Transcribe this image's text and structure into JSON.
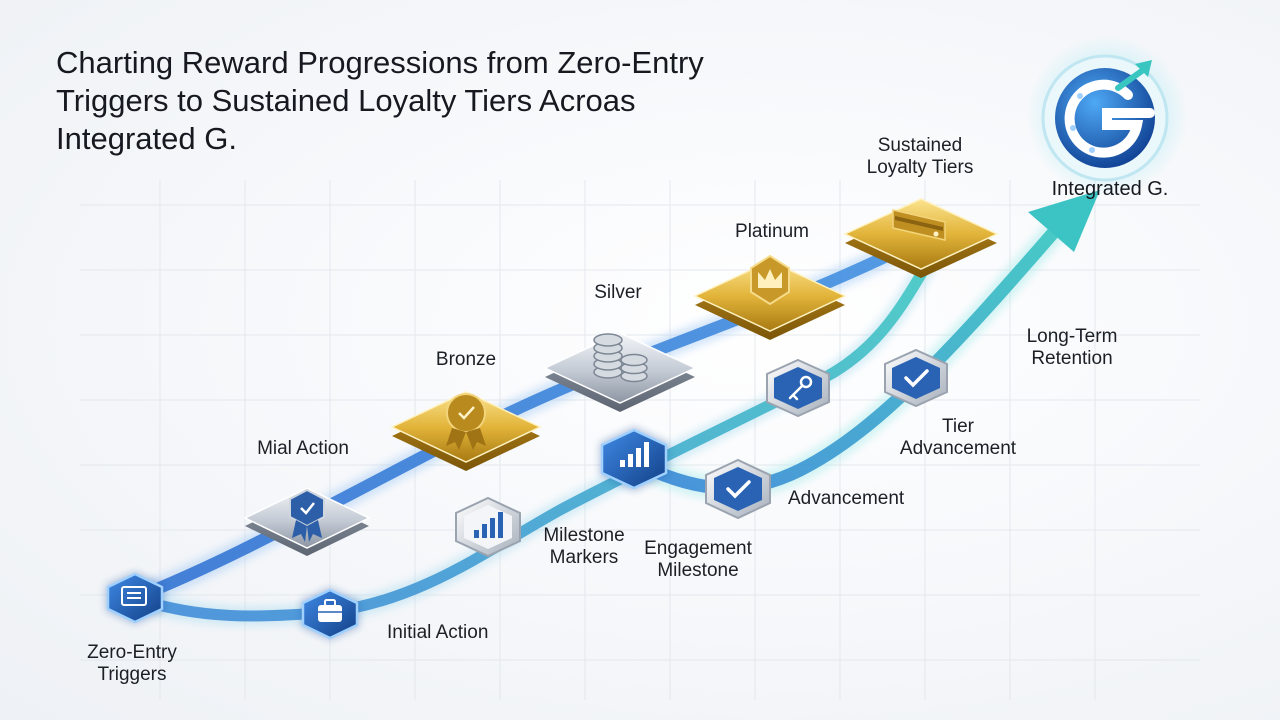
{
  "title": "Charting Reward Progressions from Zero-Entry Triggers to Sustained Loyalty Tiers Acroas Integrated G.",
  "brand": {
    "name": "Integrated G.",
    "logo_letter": "G"
  },
  "tiers": {
    "mial_action": "Mial Action",
    "bronze": "Bronze",
    "silver": "Silver",
    "platinum": "Platinum",
    "sustained": [
      "Sustained",
      "Loyalty Tiers"
    ]
  },
  "steps": {
    "zero_entry": [
      "Zero-Entry",
      "Triggers"
    ],
    "initial_action": "Initial Action",
    "milestone_markers": [
      "Milestone",
      "Markers"
    ],
    "engagement_milestone": [
      "Engagement",
      "Milestone"
    ],
    "advancement": "Advancement",
    "tier_advancement": [
      "Tier",
      "Advancement"
    ],
    "long_term_retention": [
      "Long-Term",
      "Retention"
    ]
  },
  "colors": {
    "gold": "#d4a72c",
    "silver": "#aeb6c2",
    "blue_path": "#3a78c9",
    "teal_arrow": "#3cc4c4",
    "node_blue": "#1d5fb8"
  },
  "icons": [
    "document-icon",
    "briefcase-icon",
    "bar-chart-icon",
    "badge-icon",
    "coins-icon",
    "crown-icon",
    "card-icon",
    "key-icon",
    "check-icon",
    "logo-g-icon"
  ]
}
